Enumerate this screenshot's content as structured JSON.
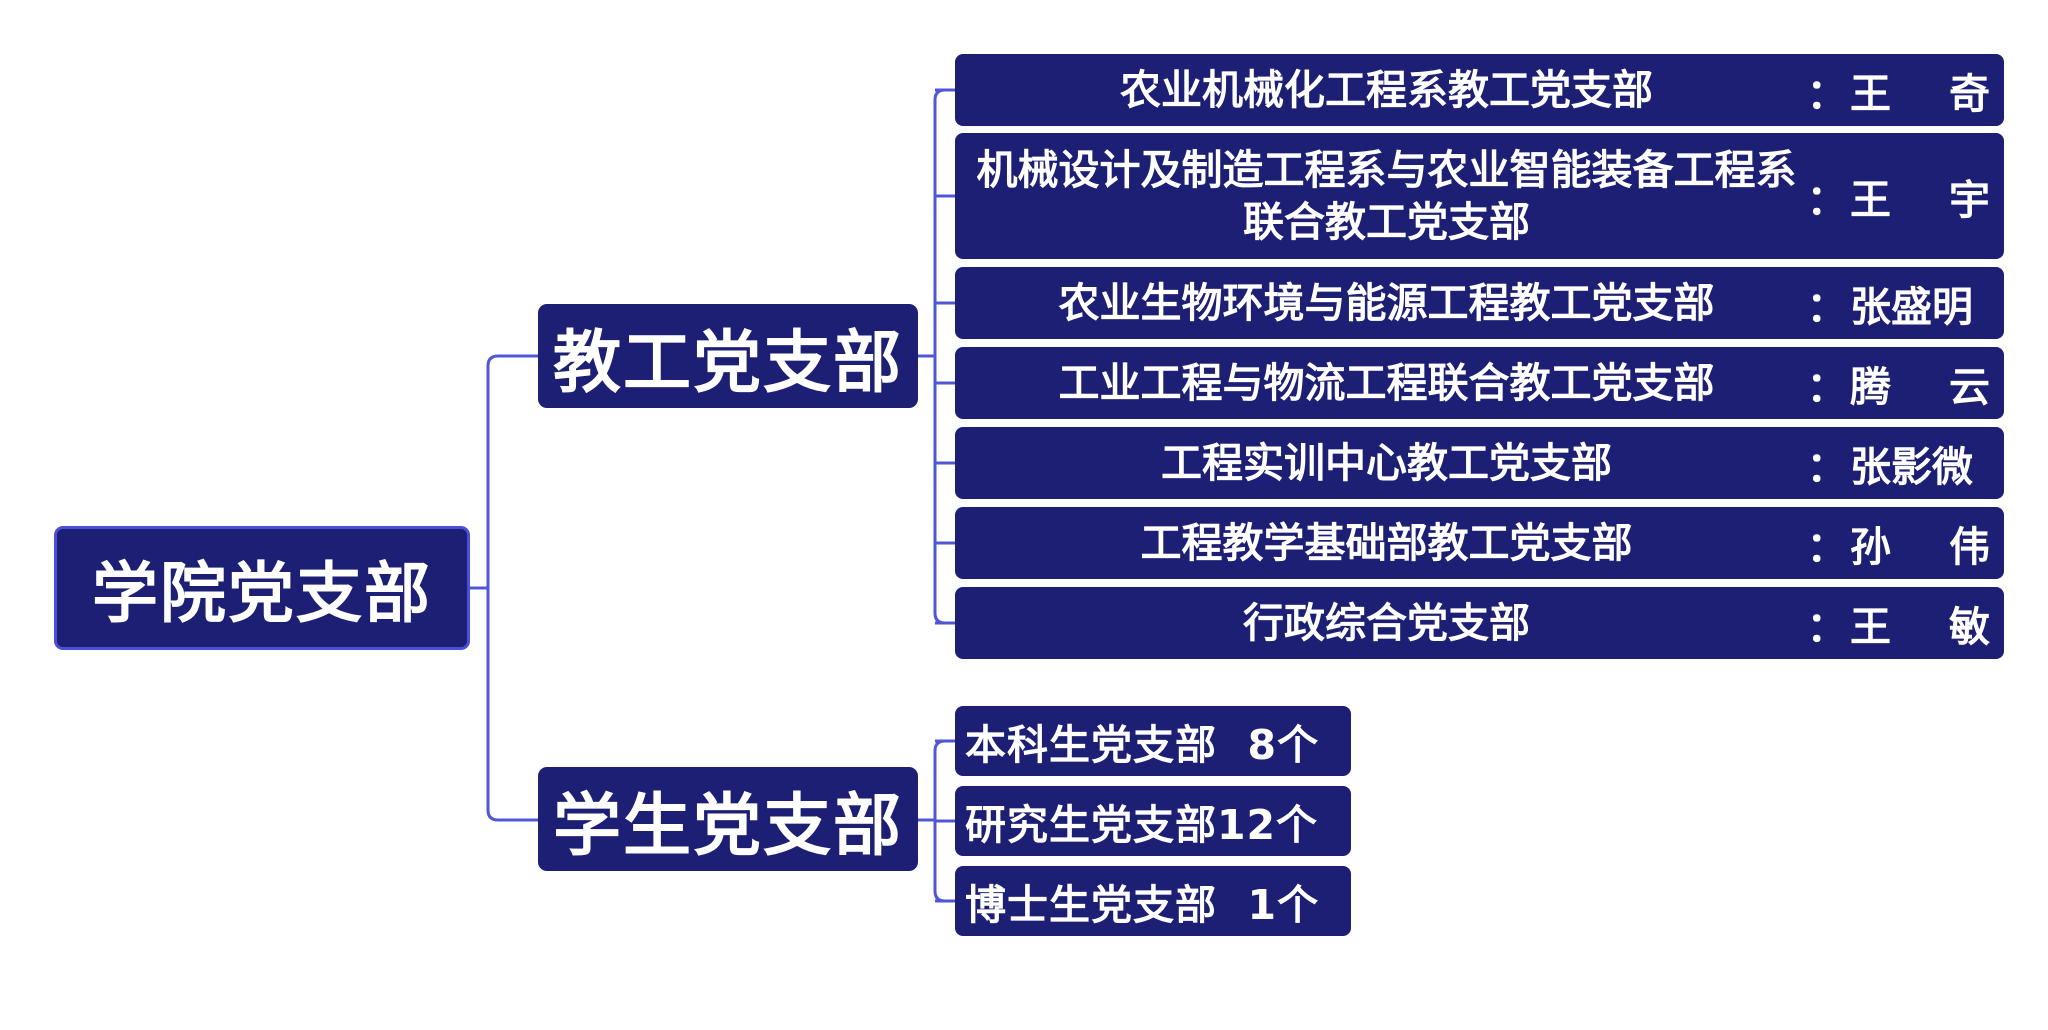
{
  "colors": {
    "node_fill": "#1c1f73",
    "connector": "#5057d6",
    "root_border": "#4a50d6",
    "text": "#ffffff"
  },
  "root": {
    "label": "学院党支部"
  },
  "faculty": {
    "label": "教工党支部",
    "branches": [
      {
        "name": "农业机械化工程系教工党支部",
        "colon": "：",
        "person": [
          "王",
          "奇"
        ]
      },
      {
        "name": "机械设计及制造工程系与农业智能装备工程系联合教工党支部",
        "colon": "：",
        "person": [
          "王",
          "宇"
        ]
      },
      {
        "name": "农业生物环境与能源工程教工党支部",
        "colon": "：",
        "person": [
          "张盛明"
        ]
      },
      {
        "name": "工业工程与物流工程联合教工党支部",
        "colon": "：",
        "person": [
          "腾",
          "云"
        ]
      },
      {
        "name": "工程实训中心教工党支部",
        "colon": "：",
        "person": [
          "张影微"
        ]
      },
      {
        "name": "工程教学基础部教工党支部",
        "colon": "：",
        "person": [
          "孙",
          "伟"
        ]
      },
      {
        "name": "行政综合党支部",
        "colon": "：",
        "person": [
          "王",
          "敏"
        ]
      }
    ]
  },
  "students": {
    "label": "学生党支部",
    "branches": [
      {
        "label": "本科生党支部  8个"
      },
      {
        "label": "研究生党支部12个"
      },
      {
        "label": "博士生党支部  1个"
      }
    ]
  }
}
